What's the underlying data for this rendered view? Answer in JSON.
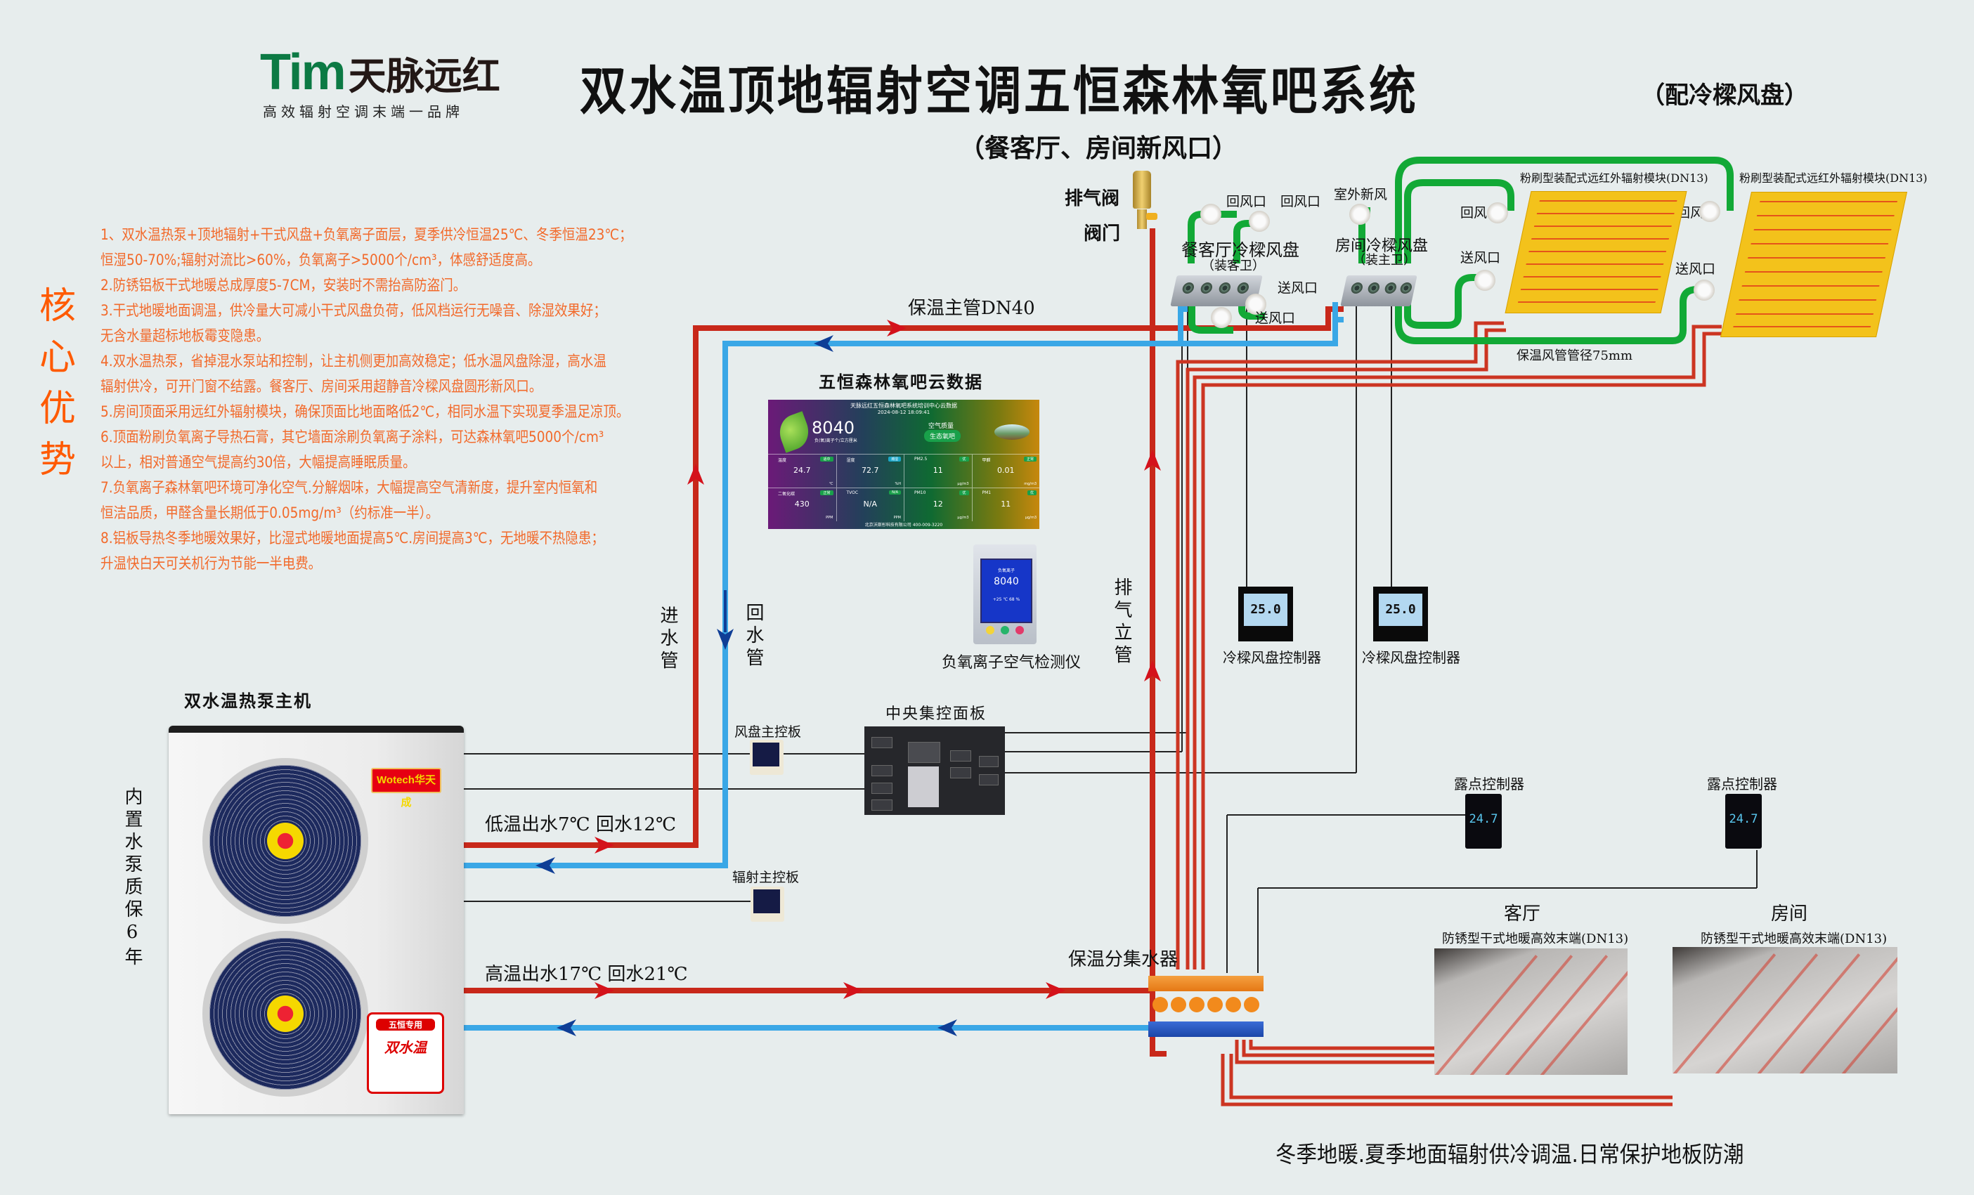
{
  "brand": {
    "logo_latin": "Tim",
    "logo_cn": "天脉远红",
    "tagline": "高效辐射空调末端一品牌"
  },
  "header": {
    "title": "双水温顶地辐射空调五恒森林氧吧系统",
    "title_suffix": "（配冷樑风盘）",
    "subtitle": "（餐客厅、房间新风口）"
  },
  "advantages": {
    "heading": "核心优势",
    "items": [
      "1、双水温热泵+顶地辐射+干式风盘+负氧离子面层，夏季供冷恒温25℃、冬季恒温23℃；",
      "恒湿50-70%;辐射对流比>60%，负氧离子>5000个/cm³，体感舒适度高。",
      "2.防锈铝板干式地暖总成厚度5-7CM，安装时不需抬高防盗门。",
      "3.干式地暖地面调温，供冷量大可减小干式风盘负荷，低风档运行无噪音、除湿效果好；",
      "无含水量超标地板霉变隐患。",
      "4.双水温热泵，省掉混水泵站和控制，让主机侧更加高效稳定；低水温风盘除湿，高水温",
      "辐射供冷，可开门窗不结露。餐客厅、房间采用超静音冷樑风盘圆形新风口。",
      "5.房间顶面采用远红外辐射模块，确保顶面比地面略低2℃，相同水温下实现夏季温足凉顶。",
      "6.顶面粉刷负氧离子导热石膏，其它墙面涂刷负氧离子涂料，可达森林氧吧5000个/cm³",
      "以上，相对普通空气提高约30倍，大幅提高睡眠质量。",
      "7.负氧离子森林氧吧环境可净化空气.分解烟味，大幅提高空气清新度，提升室内恒氧和",
      "恒洁品质，甲醛含量长期低于0.05mg/m³（约标准一半）。",
      "8.铝板导热冬季地暖效果好，比湿式地暖地面提高5℃.房间提高3℃，无地暖不热隐患；",
      "升温快白天可关机行为节能一半电费。"
    ]
  },
  "pipes": {
    "main_pipe": "保温主管DN40",
    "supply_pipe": "进水管",
    "return_pipe": "回水管",
    "vent_riser": "排气立管",
    "low_temp": "低温出水7℃  回水12℃",
    "high_temp": "高温出水17℃  回水21℃",
    "air_duct": "保温风管管径75mm",
    "manifold": "保温分集水器"
  },
  "valves": {
    "air_vent": "排气阀",
    "gate": "阀门"
  },
  "heat_pump": {
    "label": "双水温热泵主机",
    "warranty": "内置水泵质保6年",
    "brand_badge": "Wotech华天成",
    "sticker_top": "五恒专用",
    "sticker_main": "双水温"
  },
  "cloud_data": {
    "heading": "五恒森林氧吧云数据",
    "panel_title": "天脉远红五恒森林氧吧系统培训中心云数据",
    "datetime": "2024-08-12 18:09:41",
    "ion_value": "8040",
    "ion_unit": "负(氧)离子个/立方厘米",
    "air_quality_label": "空气质量",
    "air_quality_value": "生态氧吧",
    "footer": "北京沃斯彤科技有限公司 400-009-3220",
    "metrics": [
      {
        "name": "温度",
        "badge": "适中",
        "value": "24.7",
        "unit": "℃"
      },
      {
        "name": "湿度",
        "badge": "潮湿",
        "value": "72.7",
        "unit": "%H"
      },
      {
        "name": "PM2.5",
        "badge": "优",
        "value": "11",
        "unit": "μg/m3"
      },
      {
        "name": "甲醛",
        "badge": "正常",
        "value": "0.01",
        "unit": "mg/m3"
      },
      {
        "name": "二氧化碳",
        "badge": "正常",
        "value": "430",
        "unit": "PPM"
      },
      {
        "name": "TVOC",
        "badge": "N/A",
        "value": "N/A",
        "unit": "PPM"
      },
      {
        "name": "PM10",
        "badge": "优",
        "value": "12",
        "unit": "μg/m3"
      },
      {
        "name": "PM1",
        "badge": "优",
        "value": "11",
        "unit": "μg/m3"
      }
    ]
  },
  "detector": {
    "label": "负氧离子空气检测仪",
    "screen_title": "负氧离子",
    "value": "8040",
    "temp_humidity": "+25 ℃ 68 %"
  },
  "fan_coils": {
    "dining": {
      "name": "餐客厅冷樑风盘",
      "note": "（装客卫）"
    },
    "room": {
      "name": "房间冷樑风盘",
      "note": "（装主卫）"
    },
    "return_air": "回风口",
    "supply_air": "送风口",
    "fresh_air": "室外新风"
  },
  "radiant_module": "粉刷型装配式远红外辐射模块(DN13)",
  "controllers": {
    "coil_controller": "冷樑风盘控制器",
    "coil_display": "25.0",
    "central_panel": "中央集控面板",
    "fan_master": "风盘主控板",
    "radiant_master": "辐射主控板",
    "dew_point": "露点控制器",
    "dew_display": "24.7"
  },
  "floor": {
    "living_room": "客厅",
    "room": "房间",
    "terminal": "防锈型干式地暖高效末端(DN13)"
  },
  "footer": "冬季地暖.夏季地面辐射供冷调温.日常保护地板防潮",
  "colors": {
    "supply_red": "#c8281a",
    "return_blue": "#3aa7e6",
    "arrow_blue": "#0f3e96",
    "air_green": "#12a936",
    "accent_orange": "#f26a2b"
  }
}
